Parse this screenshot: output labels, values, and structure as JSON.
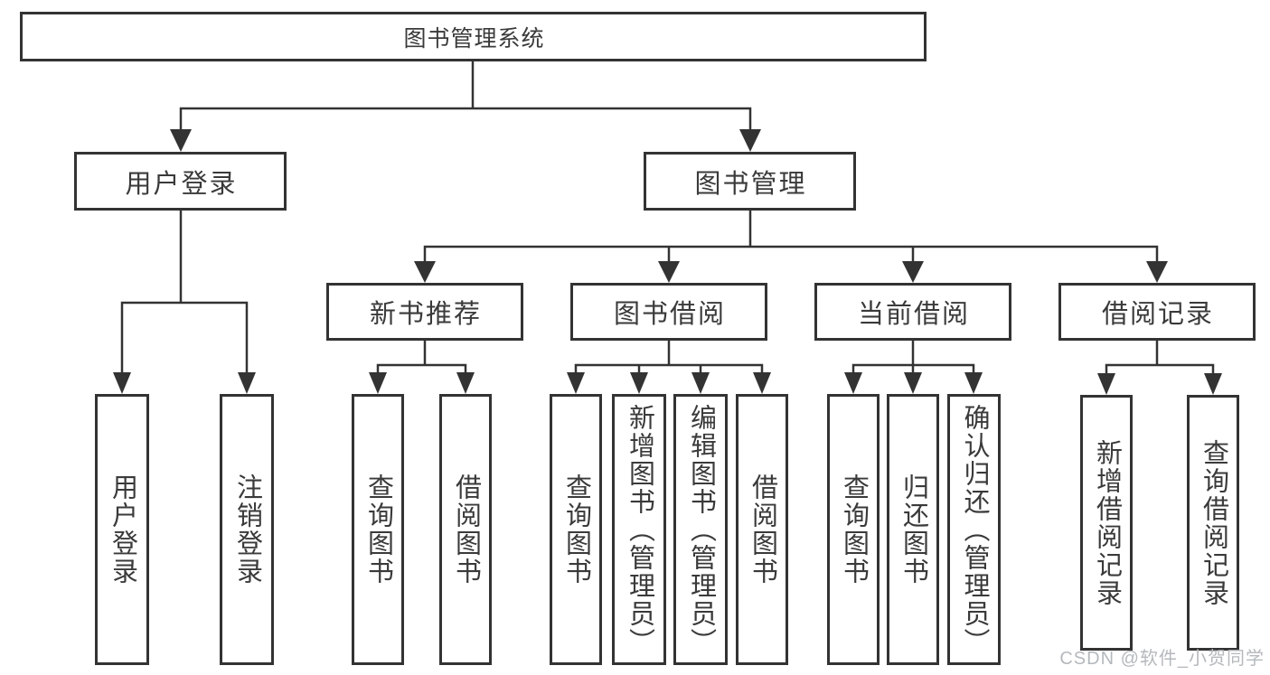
{
  "diagram": {
    "root": {
      "label": "图书管理系统"
    },
    "level2": [
      {
        "label": "用户登录"
      },
      {
        "label": "图书管理"
      }
    ],
    "level3": [
      {
        "label": "新书推荐"
      },
      {
        "label": "图书借阅"
      },
      {
        "label": "当前借阅"
      },
      {
        "label": "借阅记录"
      }
    ],
    "leaves": {
      "user_login": [
        "用户登录",
        "注销登录"
      ],
      "new_book_recommend": [
        "查询图书",
        "借阅图书"
      ],
      "book_borrow": [
        "查询图书",
        "新增图书（管理员）",
        "编辑图书（管理员）",
        "借阅图书"
      ],
      "current_borrow": [
        "查询图书",
        "归还图书",
        "确认归还（管理员）"
      ],
      "borrow_records": [
        "新增借阅记录",
        "查询借阅记录"
      ]
    }
  },
  "watermark": "CSDN @软件_小贺同学",
  "colors": {
    "line": "#333333",
    "node_text": "#3a3a3a",
    "watermark_text": "#b5b9bd",
    "background": "#ffffff"
  }
}
